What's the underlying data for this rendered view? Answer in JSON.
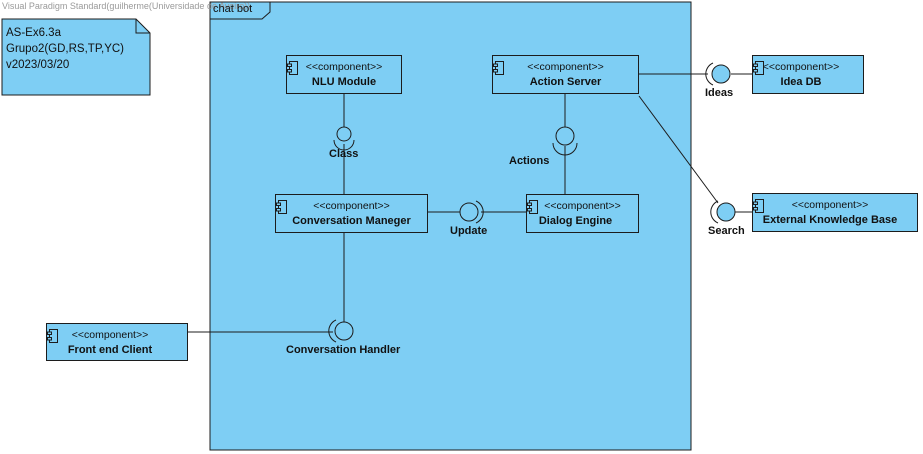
{
  "watermark": "Visual Paradigm Standard(guilherme(Universidade de Aveiro))",
  "note": {
    "lines": [
      "AS-Ex6.3a",
      "Grupo2(GD,RS,TP,YC)",
      "v2023/03/20"
    ]
  },
  "frame": {
    "title": "chat bot"
  },
  "stereotype": "<<component>>",
  "components": {
    "nlu_module": "NLU Module",
    "action_server": "Action Server",
    "conversation_manager": "Conversation Maneger",
    "dialog_engine": "Dialog Engine",
    "idea_db": "Idea DB",
    "external_kb": "External Knowledge Base",
    "front_end_client": "Front end Client"
  },
  "interfaces": {
    "class": "Class",
    "actions": "Actions",
    "update": "Update",
    "ideas": "Ideas",
    "search": "Search",
    "conversation_handler": "Conversation Handler"
  },
  "colors": {
    "fill": "#7ecef4",
    "line": "#1c1c1c"
  }
}
